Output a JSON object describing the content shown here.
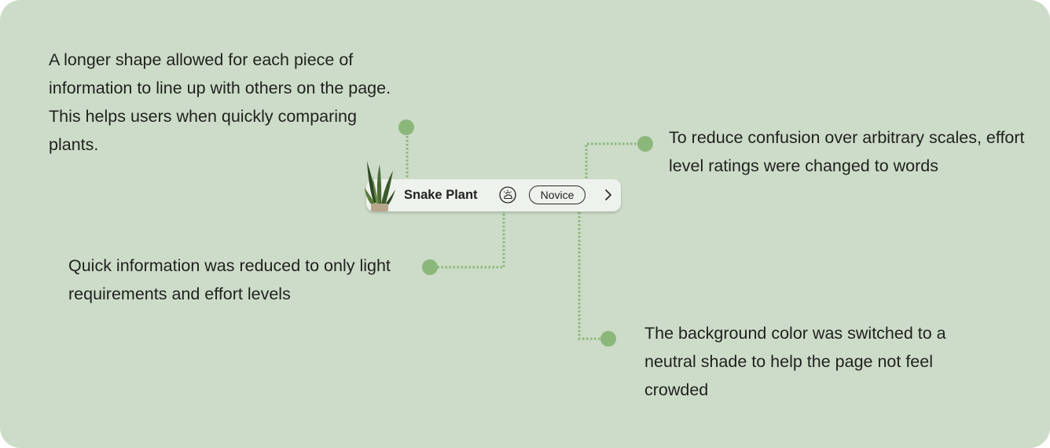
{
  "annotations": {
    "shape": "A longer shape allowed for each piece of information to line up with others on the page. This helps users when quickly comparing plants.",
    "quick_info": "Quick information was reduced to only light requirements and effort levels",
    "effort": "To reduce confusion over arbitrary scales, effort level ratings were changed to words",
    "background": "The background color was switched to a neutral shade to help the page not feel crowded"
  },
  "plant_card": {
    "name": "Snake Plant",
    "effort_level": "Novice",
    "light_icon": "partly-sunny-icon",
    "chevron_icon": "chevron-right-icon",
    "thumbnail_icon": "snake-plant-icon"
  },
  "colors": {
    "background": "#cddcc8",
    "accent": "#8cb77a",
    "card": "#eef2ec",
    "text": "#1f211e"
  }
}
